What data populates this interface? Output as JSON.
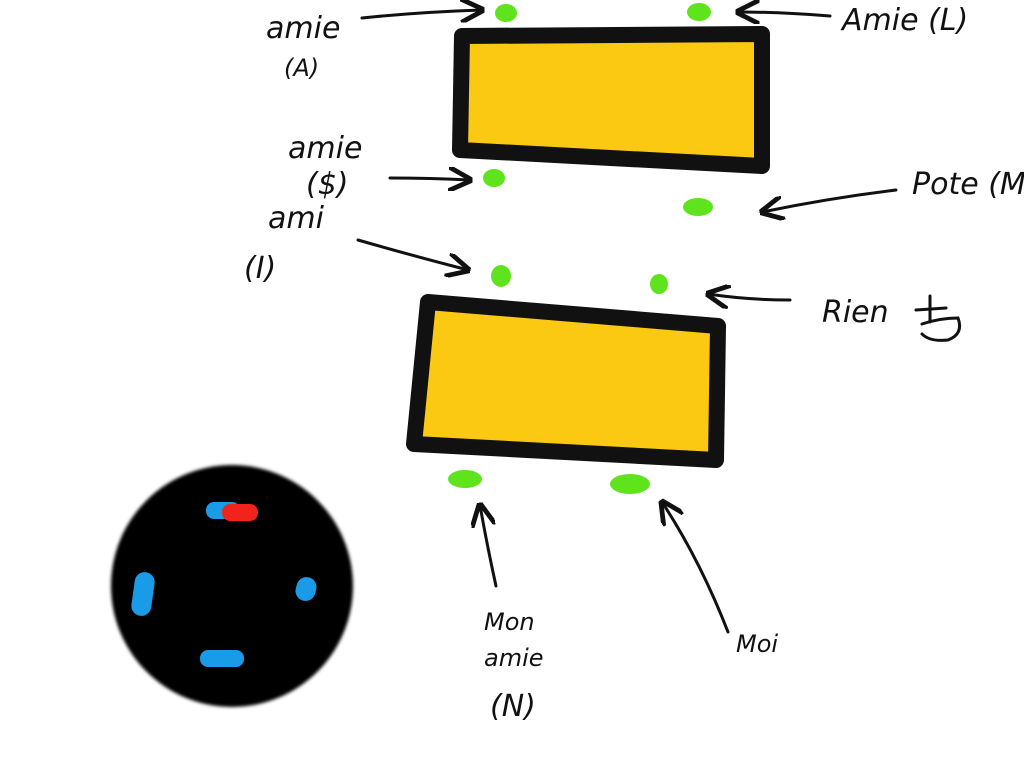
{
  "colors": {
    "table_fill": "#FBC812",
    "table_outline": "#111111",
    "seat": "#5FE31C",
    "circle": "#000000",
    "blue_mark": "#1A9BE8",
    "red_mark": "#F0241A"
  },
  "labels": {
    "amie_a_line1": "amie",
    "amie_a_line2": "(A)",
    "amie_l": "Amie (L)",
    "amie_dollar_line1": "amie",
    "amie_dollar_line2": "($)",
    "pote_m": "Pote (M)",
    "ami_i_line1": "ami",
    "ami_i_line2": "(I)",
    "rien": "Rien",
    "mon_amie_line1": "Mon",
    "mon_amie_line2": "amie",
    "mon_amie_line3": "(N)",
    "moi": "Moi"
  }
}
